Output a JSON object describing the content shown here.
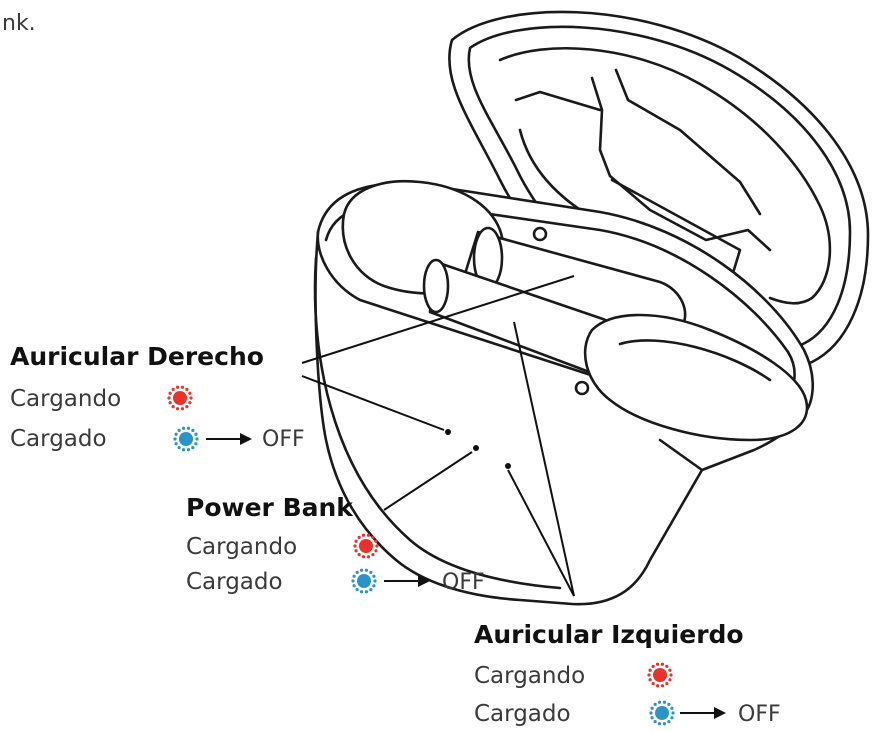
{
  "fragment_text": "nk.",
  "colors": {
    "charging": "#e8322a",
    "charged": "#2a93c9"
  },
  "callouts": [
    {
      "id": "right",
      "title": "Auricular Derecho",
      "charging": "Cargando",
      "charged": "Cargado",
      "off": "OFF"
    },
    {
      "id": "power",
      "title": "Power Bank",
      "charging": "Cargando",
      "charged": "Cargado",
      "off": "OFF"
    },
    {
      "id": "left",
      "title": "Auricular Izquierdo",
      "charging": "Cargando",
      "charged": "Cargado",
      "off": "OFF"
    }
  ]
}
